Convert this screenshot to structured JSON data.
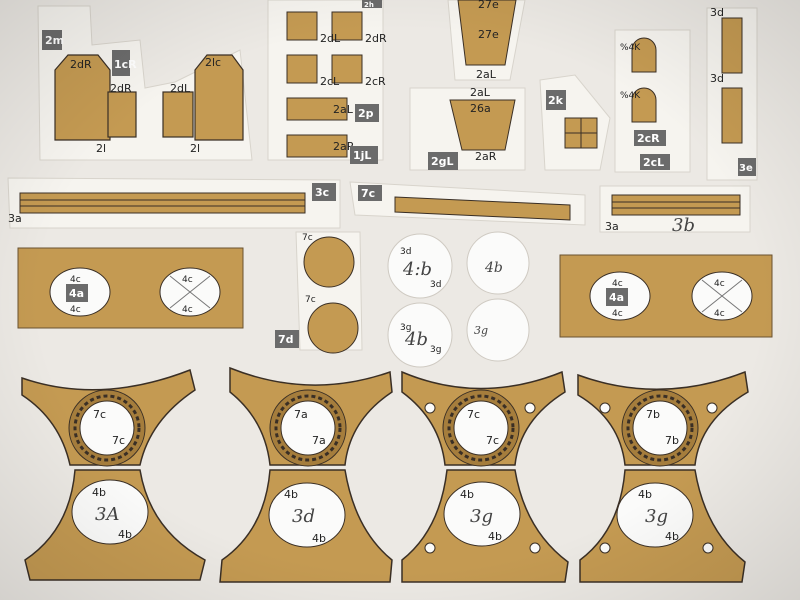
{
  "colors": {
    "background": "#ece9e4",
    "paper": "#f6f4ef",
    "card": "#c49a52",
    "card_dark": "#a57d3c",
    "outline": "#3a2f25",
    "tag": "#6b6b6b",
    "disc": "#fbfbfa"
  },
  "labels": {
    "top_left": {
      "tag_a": "2m",
      "tag_b": "1cR",
      "a": "2dR",
      "b": "2dR",
      "c": "2dL",
      "d": "2lc",
      "e": "2l",
      "f": "2l"
    },
    "top_mid": {
      "a": "2dL",
      "b": "2dR",
      "c": "2cL",
      "d": "2cR",
      "e": "2aL",
      "f": "2aR",
      "tag_a": "2p",
      "tag_b": "1jL",
      "tag_top": "2h"
    },
    "top_center": {
      "a": "27e",
      "b": "2aL",
      "c": "2aL",
      "d": "26a",
      "e": "2aR",
      "f": "27e",
      "tag": "2gL"
    },
    "small_k": {
      "tag": "2k"
    },
    "pieces_4k": {
      "a": "%4K",
      "b": "%4K",
      "tag_a": "2cR",
      "tag_b": "2cL"
    },
    "right_strip": {
      "a": "3d",
      "b": "3d",
      "tag": "3e"
    },
    "long_strips": {
      "a": "3a",
      "tag_a": "3c",
      "tag_b": "7c",
      "c": "3a",
      "hand": "3b"
    },
    "cards_4": {
      "tag": "4a",
      "a": "4c",
      "b": "4c",
      "c": "4c",
      "d": "4c"
    },
    "discs_7": {
      "a": "7c",
      "b": "7c",
      "tag": "7d"
    },
    "discs_white": {
      "a": "3d",
      "b": "3d",
      "hand_a": "4:b",
      "hand_b": "4b",
      "c": "3g",
      "d": "3g",
      "hand_c": "4b",
      "hand_d": "3g"
    },
    "bearings": [
      {
        "top_a": "7c",
        "top_b": "7c",
        "bot_a": "4b",
        "bot_b": "4b",
        "hand": "3A"
      },
      {
        "top_a": "7a",
        "top_b": "7a",
        "bot_a": "4b",
        "bot_b": "4b",
        "hand": "3d"
      },
      {
        "top_a": "7c",
        "top_b": "7c",
        "bot_a": "4b",
        "bot_b": "4b",
        "hand": "3g"
      },
      {
        "top_a": "7b",
        "top_b": "7b",
        "bot_a": "4b",
        "bot_b": "4b",
        "hand": "3g"
      }
    ]
  }
}
